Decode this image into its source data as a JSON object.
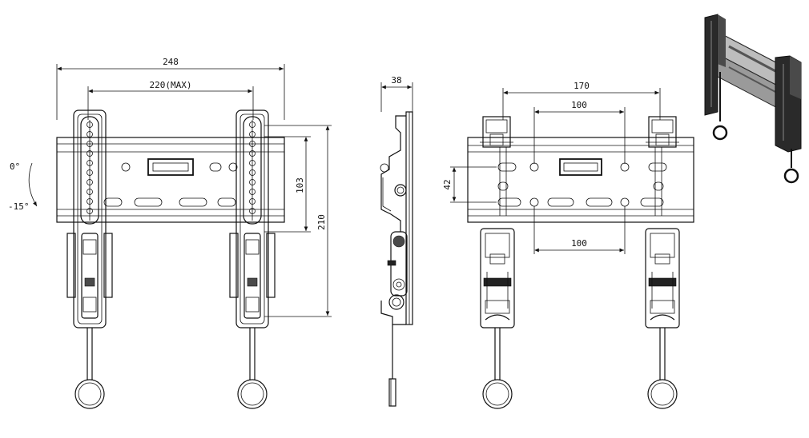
{
  "front_view": {
    "overall_width": "248",
    "max_width": "220(MAX)",
    "hole_spacing": "103",
    "height": "210",
    "tilt_top": "0°",
    "tilt_bottom": "-15°"
  },
  "side_view": {
    "depth": "38"
  },
  "rear_view": {
    "outer_spacing": "170",
    "upper_hole_spacing": "100",
    "lower_hole_spacing": "100",
    "vertical_spacing": "42"
  },
  "colors": {
    "line": "#111111",
    "photo_dark": "#2a2a2a"
  }
}
